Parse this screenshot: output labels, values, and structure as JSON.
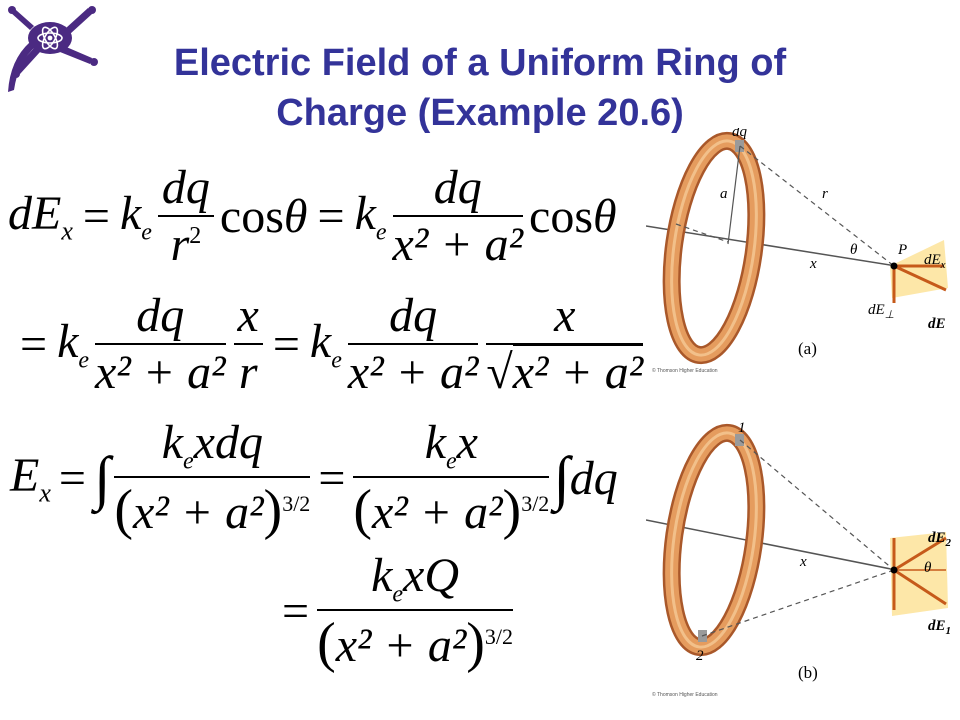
{
  "slide": {
    "title": "Electric Field of a Uniform Ring of Charge (Example 20.6)"
  },
  "equations": {
    "eq1_lhs": "dE",
    "eq1_lhs_sub": "x",
    "k": "k",
    "k_sub": "e",
    "dq": "dq",
    "r2": "r",
    "cos": "cos",
    "theta": "θ",
    "x2a2": "x² + a²",
    "x": "x",
    "r": "r",
    "sqrt_arg": "x² + a²",
    "Ex": "E",
    "Ex_sub": "x",
    "int": "∫",
    "kexdq": "xdq",
    "kex": "x",
    "pow": "3/2",
    "kexQ": "xQ",
    "dq_int": "dq"
  },
  "figure_a": {
    "labels": {
      "dq": "dq",
      "a": "a",
      "r": "r",
      "theta": "θ",
      "x": "x",
      "P": "P",
      "dEx": "dE",
      "dEx_sub": "x",
      "dEperp": "dE",
      "dEperp_sub": "⊥",
      "dE": "dE"
    },
    "caption": "(a)",
    "credit": "© Thomson Higher Education"
  },
  "figure_b": {
    "labels": {
      "one": "1",
      "two": "2",
      "x": "x",
      "theta": "θ",
      "dE2": "dE",
      "dE2_sub": "2",
      "dE1": "dE",
      "dE1_sub": "1"
    },
    "caption": "(b)",
    "credit": "© Thomson Higher Education"
  },
  "colors": {
    "title": "#333399",
    "ring": "#d9884a",
    "ring_dark": "#a9582a",
    "arrow": "#c65a1a",
    "field_box": "#fde7a8"
  },
  "icons": {
    "logo": "gecko-atom-logo-icon"
  }
}
